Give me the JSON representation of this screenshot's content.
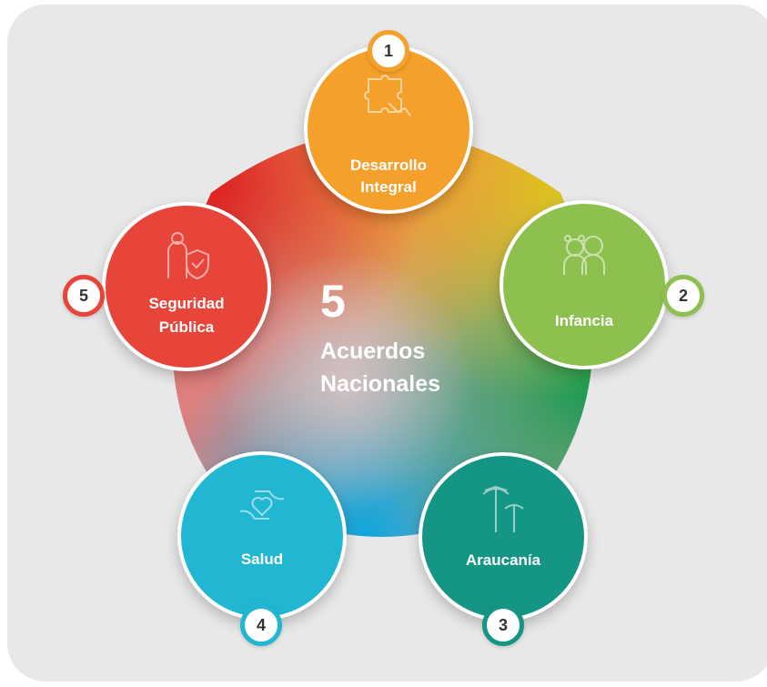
{
  "center": {
    "number": "5",
    "line1": "Acuerdos",
    "line2": "Nacionales"
  },
  "nodes": [
    {
      "number": "1",
      "line1": "Desarrollo",
      "line2": "Integral",
      "icon": "puzzle-icon",
      "color": "#f5a02a"
    },
    {
      "number": "2",
      "line1": "Infancia",
      "line2": "",
      "icon": "children-icon",
      "color": "#8dc04f"
    },
    {
      "number": "3",
      "line1": "Araucanía",
      "line2": "",
      "icon": "araucaria-tree-icon",
      "color": "#159584"
    },
    {
      "number": "4",
      "line1": "Salud",
      "line2": "",
      "icon": "caring-hands-heart-icon",
      "color": "#21b6d2"
    },
    {
      "number": "5",
      "line1": "Seguridad",
      "line2": "Pública",
      "icon": "guard-shield-icon",
      "color": "#e8453a"
    }
  ]
}
